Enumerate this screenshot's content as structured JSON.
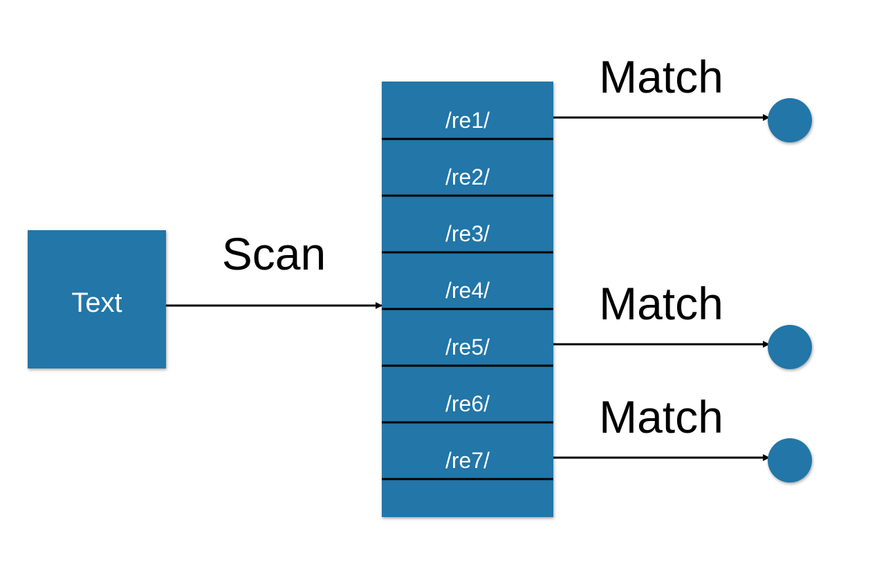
{
  "colors": {
    "box_fill": "#2476a8",
    "line": "#000000",
    "text_on_box": "#ffffff",
    "text": "#000000"
  },
  "text_box": {
    "label": "Text"
  },
  "scan_label": "Scan",
  "regex_list": [
    {
      "label": "/re1/",
      "matched": true
    },
    {
      "label": "/re2/",
      "matched": false
    },
    {
      "label": "/re3/",
      "matched": false
    },
    {
      "label": "/re4/",
      "matched": false
    },
    {
      "label": "/re5/",
      "matched": true
    },
    {
      "label": "/re6/",
      "matched": false
    },
    {
      "label": "/re7/",
      "matched": true
    }
  ],
  "match_labels": [
    "Match",
    "Match",
    "Match"
  ]
}
